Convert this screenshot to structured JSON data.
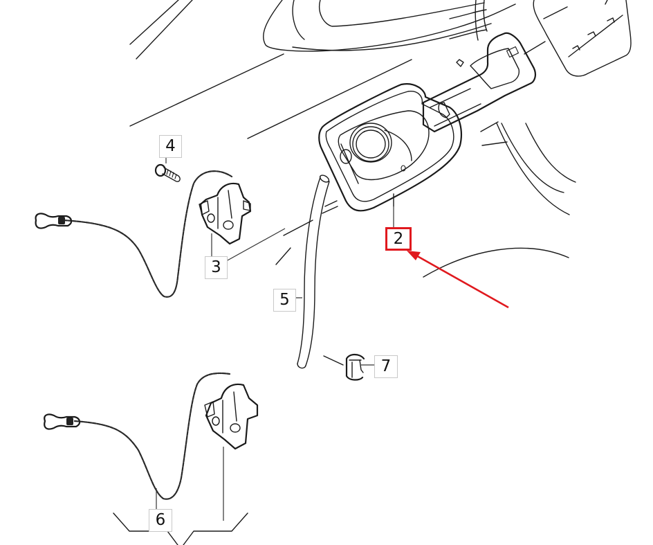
{
  "diagram": {
    "type": "exploded-parts-illustration",
    "subject": "fuel filler flap and release actuator assembly",
    "background": "#ffffff",
    "line_color": "#1a1a1a",
    "highlight_color": "#e0191e"
  },
  "callouts": [
    {
      "id": "2",
      "label": "2",
      "part": "fuel filler flap housing",
      "highlighted": true
    },
    {
      "id": "3",
      "label": "3",
      "part": "flap release actuator with emergency cable"
    },
    {
      "id": "4",
      "label": "4",
      "part": "bolt / screw"
    },
    {
      "id": "5",
      "label": "5",
      "part": "drain hose"
    },
    {
      "id": "6",
      "label": "6",
      "part": "actuator with emergency release cable (variant)"
    },
    {
      "id": "7",
      "label": "7",
      "part": "hose clip / connector"
    }
  ],
  "annotation": {
    "type": "red-arrow",
    "points_to": "2",
    "color": "#e0191e"
  }
}
